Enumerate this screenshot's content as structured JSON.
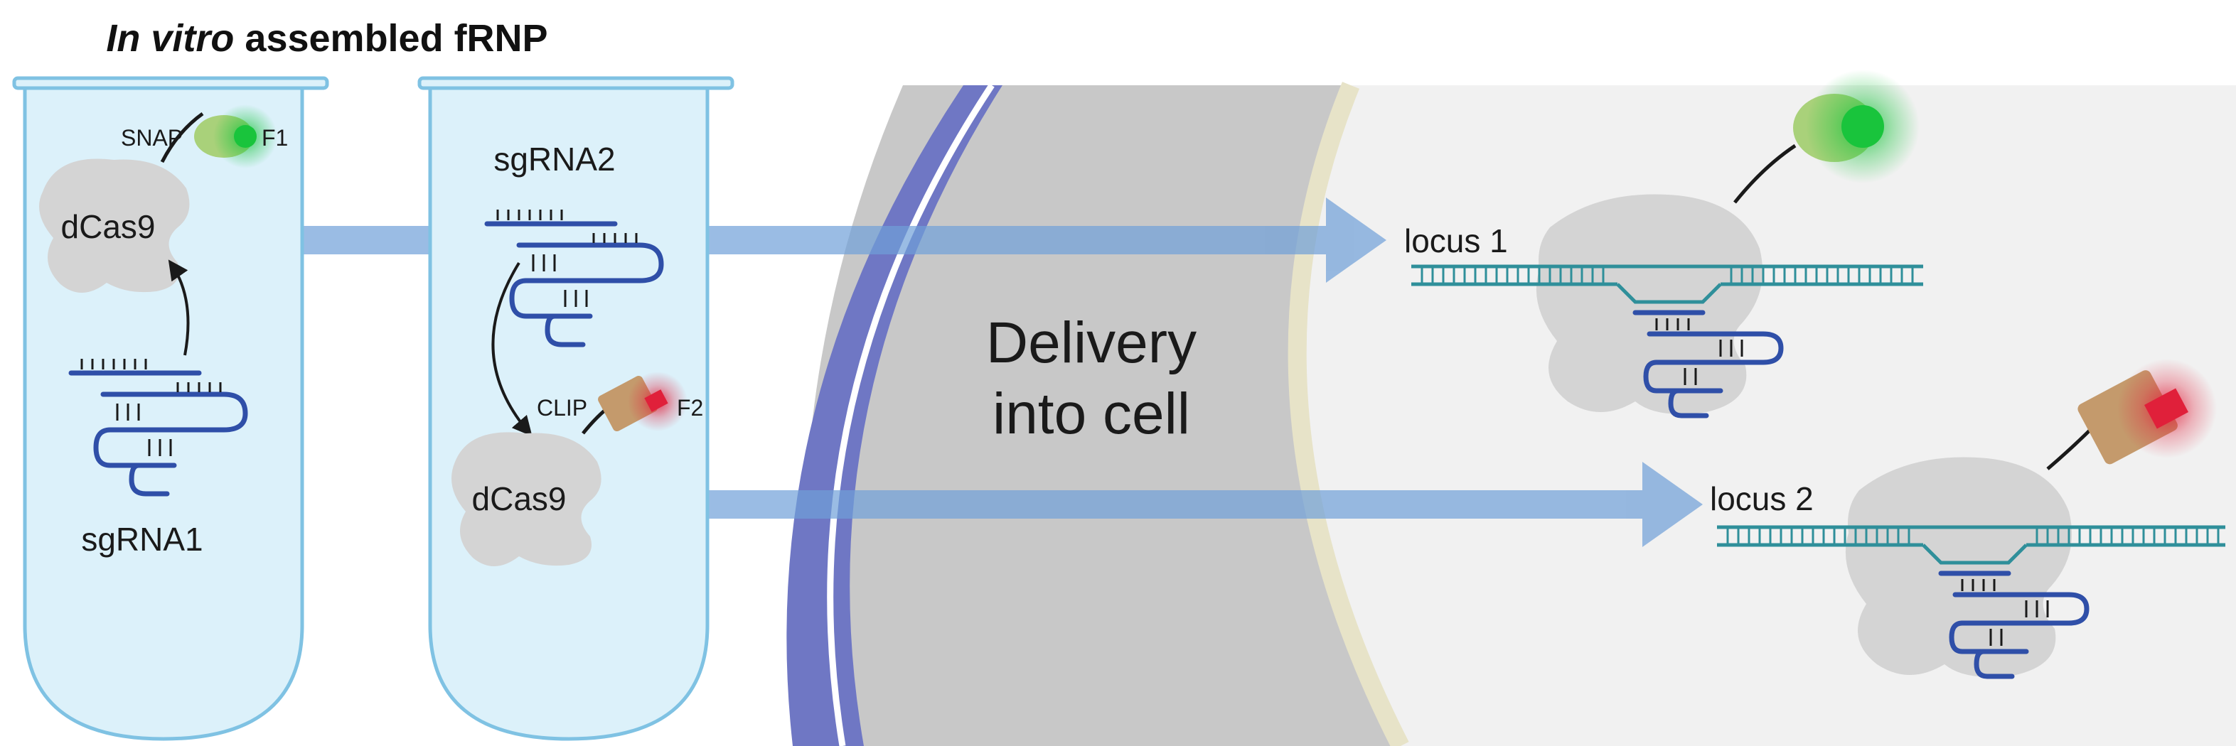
{
  "title": {
    "italic_part": "In vitro",
    "rest": " assembled fRNP"
  },
  "tube1": {
    "protein_label": "dCas9",
    "tag_label": "SNAP",
    "fluor_label": "F1",
    "guide_label": "sgRNA1"
  },
  "tube2": {
    "protein_label": "dCas9",
    "tag_label": "CLIP",
    "fluor_label": "F2",
    "guide_label": "sgRNA2"
  },
  "cell": {
    "delivery_line1": "Delivery",
    "delivery_line2": "into cell"
  },
  "targets": {
    "locus1_label": "locus 1",
    "locus2_label": "locus 2"
  },
  "colors": {
    "tube_fill": "#dcf1fa",
    "tube_stroke": "#7fc2e3",
    "protein_fill": "#d4d4d4",
    "snap_tag": "#a9d17a",
    "fluor_green": "#19c43c",
    "clip_tag": "#c49a6c",
    "fluor_red": "#e0203a",
    "membrane": "#6f77c4",
    "cytoplasm": "#c8c8c8",
    "nucleus": "#f1f1f1",
    "nuclear_envelope": "#e7e3c8",
    "arrow": "#6f9fd8",
    "rna": "#2f4fa8",
    "dna": "#2f8f9a"
  }
}
